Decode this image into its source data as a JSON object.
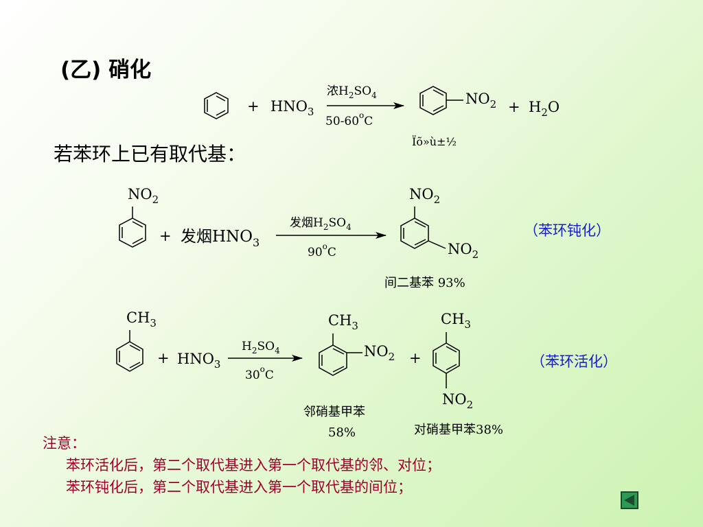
{
  "slide": {
    "title": "(乙) 硝化",
    "intro": "若苯环上已有取代基：",
    "reaction1": {
      "plus1": "+",
      "reagent": "HNO",
      "reagent_sub": "3",
      "arrow_top": "浓H",
      "arrow_top_sub1": "2",
      "arrow_top_mid": "SO",
      "arrow_top_sub2": "4",
      "arrow_bottom": "50-60",
      "arrow_bottom_unit": "C",
      "product_group": "NO",
      "product_group_sub": "2",
      "plus2": "+",
      "byproduct": "H",
      "byproduct_sub": "2",
      "byproduct_tail": "O",
      "garbled_caption": "Ïõ»ù±½"
    },
    "reaction2": {
      "start_group": "NO",
      "start_group_sub": "2",
      "plus": "+",
      "reagent": "发烟HNO",
      "reagent_sub": "3",
      "arrow_top": "发烟H",
      "arrow_top_sub1": "2",
      "arrow_top_mid": "SO",
      "arrow_top_sub2": "4",
      "arrow_bottom": "90",
      "arrow_bottom_unit": "C",
      "product_group1": "NO",
      "product_group1_sub": "2",
      "product_group2": "NO",
      "product_group2_sub": "2",
      "caption": "间二基苯 93%",
      "side_note": "（苯环钝化）"
    },
    "reaction3": {
      "start_group": "CH",
      "start_group_sub": "3",
      "plus1": "+",
      "reagent": "HNO",
      "reagent_sub": "3",
      "arrow_top": "H",
      "arrow_top_sub1": "2",
      "arrow_top_mid": "SO",
      "arrow_top_sub2": "4",
      "arrow_bottom": "30",
      "arrow_bottom_unit": "C",
      "product1_group1": "CH",
      "product1_group1_sub": "3",
      "product1_group2": "NO",
      "product1_group2_sub": "2",
      "plus2": "+",
      "product2_group1": "CH",
      "product2_group1_sub": "3",
      "product2_group2": "NO",
      "product2_group2_sub": "2",
      "caption1_line1": "邻硝基甲苯",
      "caption1_line2": "58%",
      "caption2": "对硝基甲苯38%",
      "side_note": "（苯环活化）"
    },
    "note": {
      "heading": "注意：",
      "line1": "苯环活化后，第二个取代基进入第一个取代基的邻、对位；",
      "line2": "苯环钝化后，第二个取代基进入第一个取代基的间位；"
    }
  },
  "colors": {
    "note_text": "#a0002c",
    "side_note_text": "#1a20c4",
    "nav_button": "#2c9a52"
  },
  "nav": {
    "icon": "triangle-left-icon"
  }
}
